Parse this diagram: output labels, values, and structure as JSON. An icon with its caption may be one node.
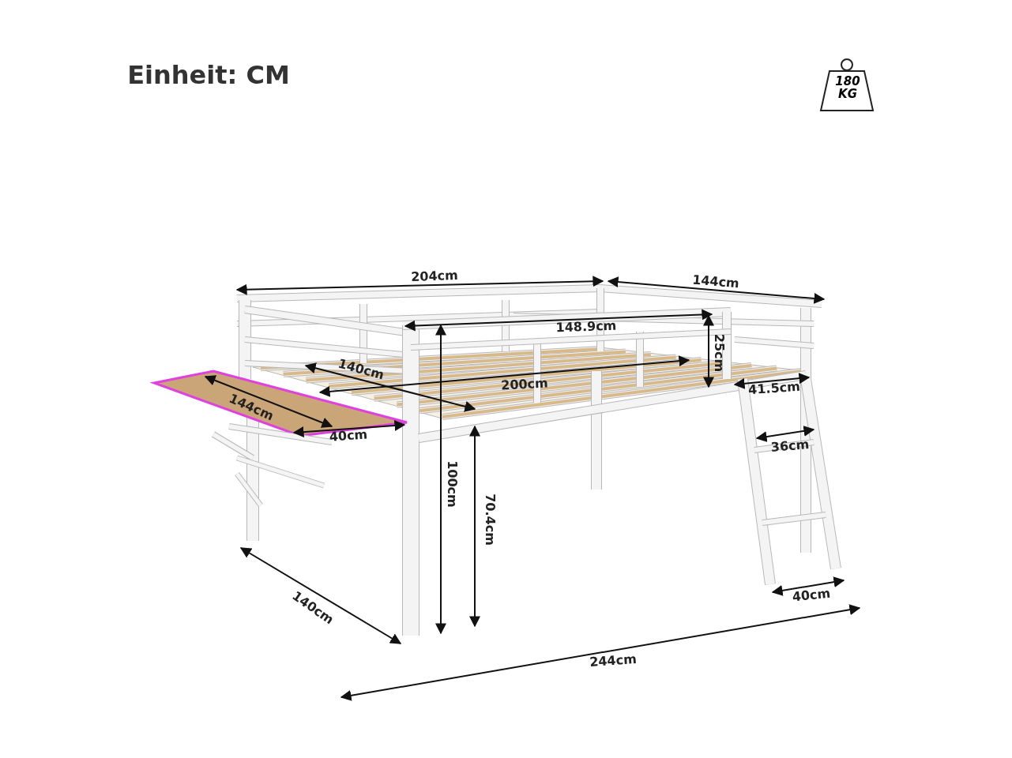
{
  "diagram": {
    "nodes": [
      {
        "text": [
          "180 KG"
        ]
      }
    ],
    "labels": [
      "Einheit: CM",
      "204cm",
      "144cm",
      "148.9cm",
      "25cm",
      "140cm",
      "200cm",
      "41.5cm",
      "144cm",
      "40cm",
      "36cm",
      "100cm",
      "70.4cm",
      "140cm",
      "40cm",
      "244cm"
    ]
  }
}
